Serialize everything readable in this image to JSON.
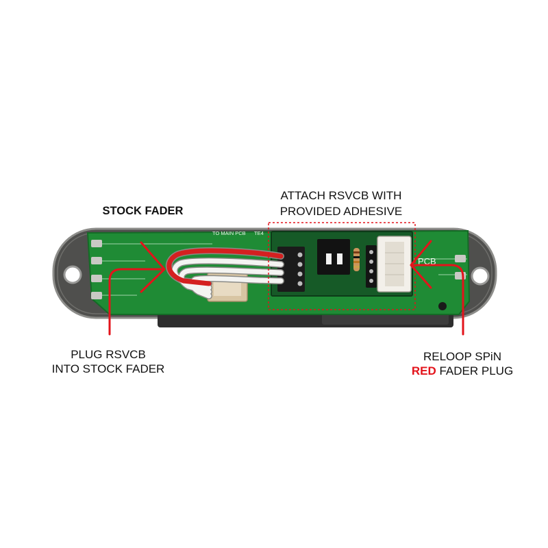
{
  "labels": {
    "stock_fader": "STOCK FADER",
    "attach_line1": "ATTACH RSVCB WITH",
    "attach_line2": "PROVIDED ADHESIVE",
    "plug_line1": "PLUG RSVCB",
    "plug_line2": "INTO STOCK FADER",
    "reloop_line1": "RELOOP SPiN",
    "reloop_red": "RED",
    "reloop_rest": "FADER PLUG"
  },
  "silkscreen": {
    "to_main_pcb": "TO MAIN PCB",
    "te4": "TE4",
    "pcb": "PCB"
  },
  "colors": {
    "accent_red": "#e3131b",
    "pcb_green": "#1f8b35",
    "rsvcb_board_green": "#165a27",
    "plate_gray": "#4f4f4d",
    "wire_white": "#f4f4f2",
    "wire_red": "#d42020"
  }
}
